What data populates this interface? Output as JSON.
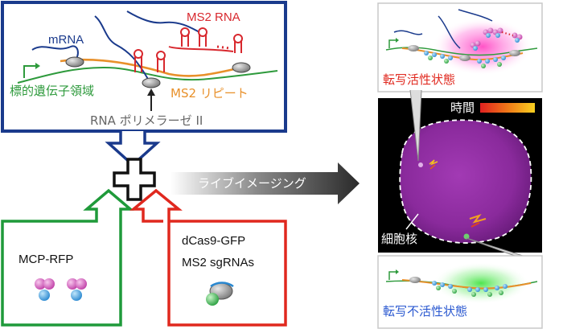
{
  "schematic": {
    "mrna_label": "mRNA",
    "ms2_rna_label": "MS2 RNA",
    "target_gene_label": "標的遺伝子領域",
    "ms2_repeat_label": "MS2 リピート",
    "polymerase_label": "RNA ポリメラーゼ II"
  },
  "reporters": {
    "mcp_label": "MCP-RFP",
    "dcas9_label": "dCas9-GFP",
    "sgrna_label": "MS2 sgRNAs"
  },
  "process": {
    "imaging_label": "ライブイメージング"
  },
  "results": {
    "active_label": "転写活性状態",
    "inactive_label": "転写不活性状態",
    "time_label": "時間",
    "nucleus_label": "細胞核"
  },
  "colors": {
    "navy_frame": "#1a3a8c",
    "green_frame": "#1f9a3a",
    "red_frame": "#e0281e",
    "gene_orange": "#e8902a",
    "gene_green": "#2e9a3c",
    "ms2_red": "#d8282e",
    "nucleus_purple": "#8a2a9c",
    "active_glow": "#ff55cc",
    "inactive_glow": "#44ee44"
  }
}
